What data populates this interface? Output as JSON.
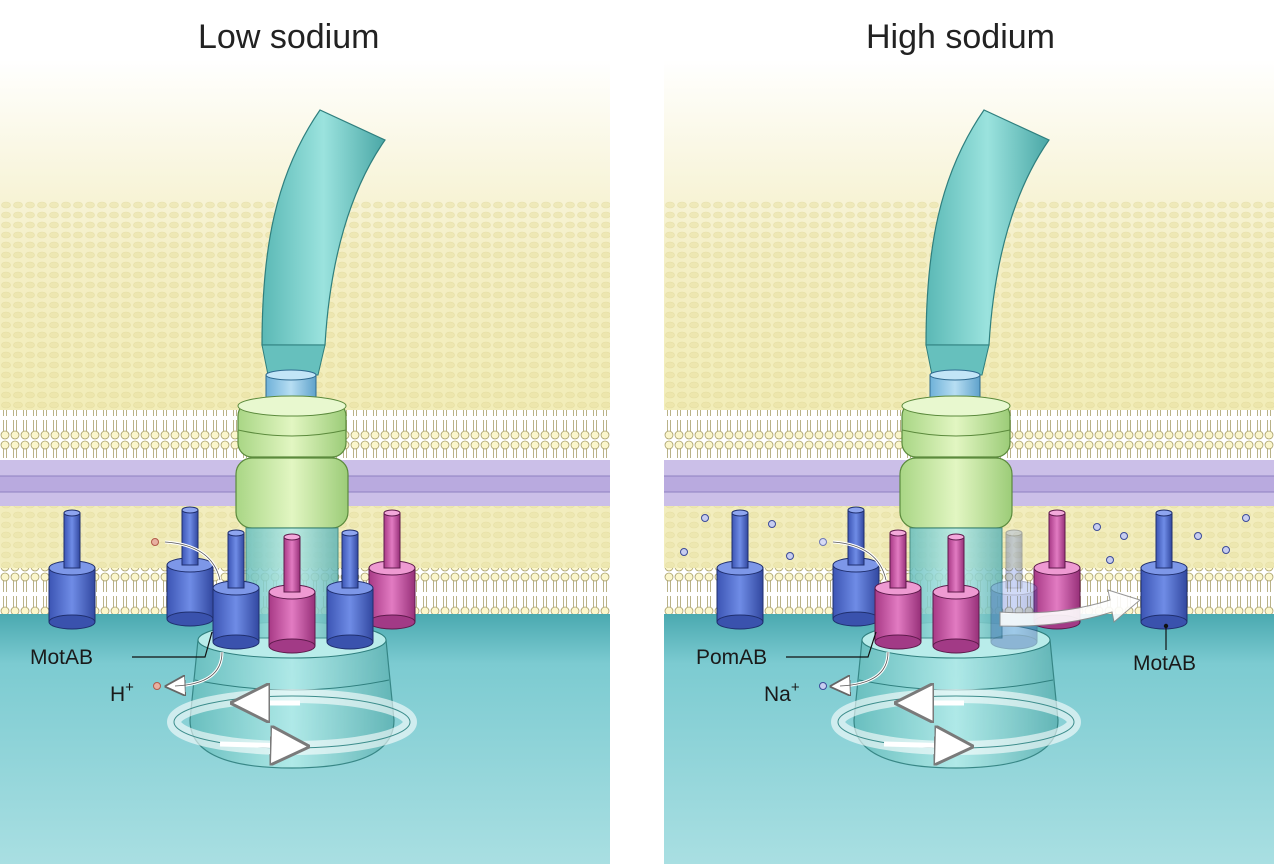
{
  "panels": [
    {
      "title": "Low sodium",
      "labels": {
        "stator": "MotAB",
        "ion_symbol": "H",
        "ion_charge": "+"
      }
    },
    {
      "title": "High sodium",
      "labels": {
        "stator": "PomAB",
        "ion_symbol": "Na",
        "ion_charge": "+",
        "displaced_stator": "MotAB"
      }
    }
  ],
  "colors": {
    "periplasm_top": "#ffffff",
    "outer_layer": "#f2edb8",
    "membrane": "#f7f0b0",
    "peptidoglycan": "#c9bde6",
    "cytoplasm": "#6fc3c9",
    "filament": "#7fd2cf",
    "hook_ring": "#c3e89a",
    "motab": "#4f6fcf",
    "pomab": "#cc4fa3",
    "rotor": "#8fd8d6"
  }
}
